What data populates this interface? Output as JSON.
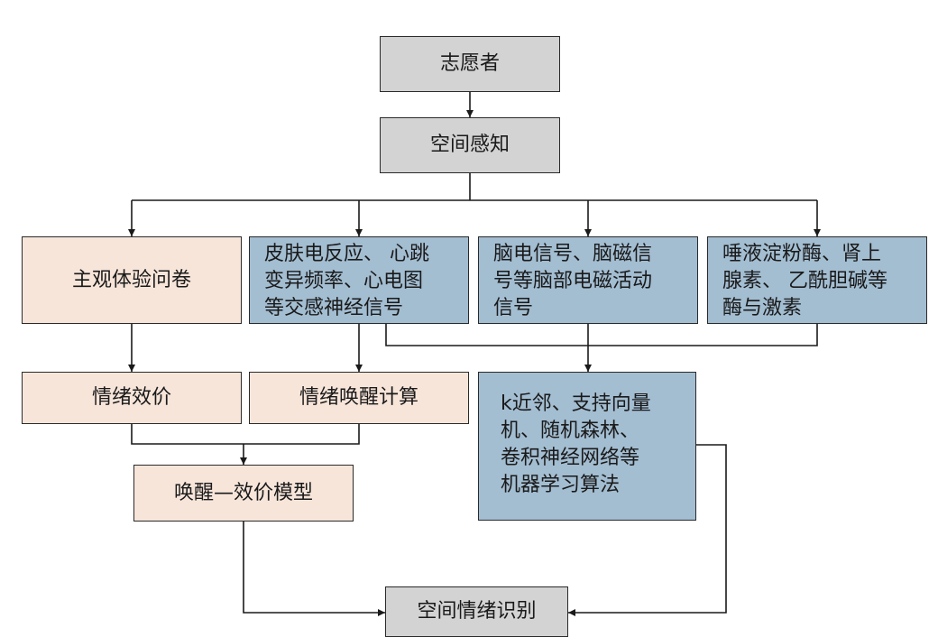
{
  "nodes": {
    "volunteer": "志愿者",
    "spatial_perception": "空间感知",
    "questionnaire": "主观体验问卷",
    "sympathetic_signals": "皮肤电反应、 心跳\n变异频率、心电图\n等交感神经信号",
    "brain_signals": "脑电信号、脑磁信\n号等脑部电磁活动\n信号",
    "enzymes_hormones": "唾液淀粉酶、肾上\n腺素、 乙酰胆碱等\n酶与激素",
    "emotional_valence": "情绪效价",
    "arousal_calc": "情绪唤醒计算",
    "arousal_valence_model": "唤醒—效价模型",
    "ml_algorithms": "k近邻、支持向量\n机、随机森林、\n卷积神经网络等\n机器学习算法",
    "spatial_emotion_recognition": "空间情绪识别"
  },
  "colors": {
    "gray": "#d3d3d3",
    "peach": "#f7e5da",
    "blue": "#a3bdd1",
    "line": "#1a1a1a"
  }
}
